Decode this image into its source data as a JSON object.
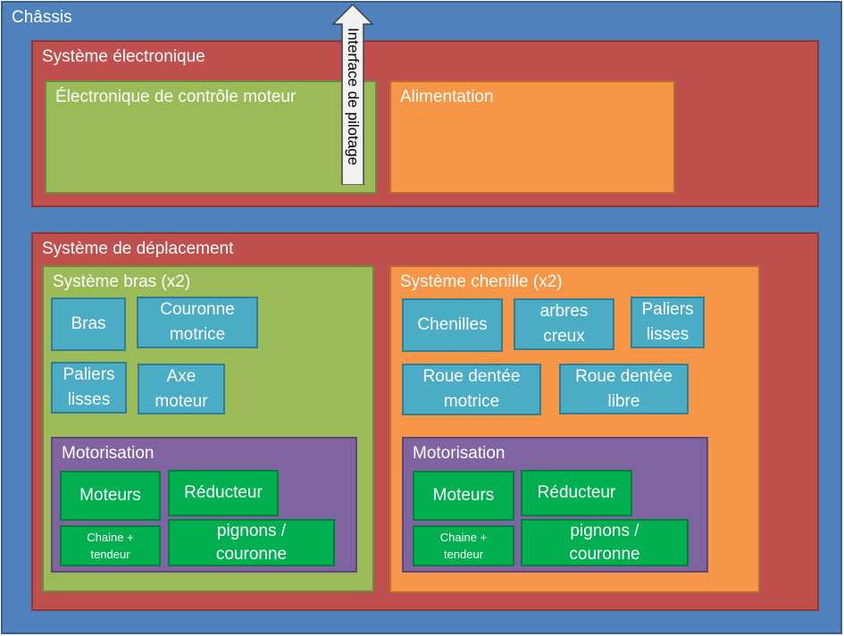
{
  "chassis": {
    "label": "Châssis"
  },
  "electronic": {
    "label": "Système électronique",
    "control": "Électronique de contrôle moteur",
    "power": "Alimentation",
    "interface": "Interface de pilotage"
  },
  "movement": {
    "label": "Système de déplacement",
    "arm": {
      "label": "Système bras (x2)",
      "bras": "Bras",
      "couronne": "Couronne\nmotrice",
      "paliers": "Paliers\nlisses",
      "axe": "Axe\nmoteur",
      "motor": {
        "label": "Motorisation",
        "moteurs": "Moteurs",
        "reducteur": "Réducteur",
        "chaine": "Chaine +\ntendeur",
        "pignons": "pignons /\ncouronne"
      }
    },
    "track": {
      "label": "Système chenille (x2)",
      "chenilles": "Chenilles",
      "arbres": "arbres\ncreux",
      "paliers": "Paliers\nlisses",
      "roue_motrice": "Roue dentée\nmotrice",
      "roue_libre": "Roue dentée\nlibre",
      "motor": {
        "label": "Motorisation",
        "moteurs": "Moteurs",
        "reducteur": "Réducteur",
        "chaine": "Chaine +\ntendeur",
        "pignons": "pignons /\ncouronne"
      }
    }
  }
}
